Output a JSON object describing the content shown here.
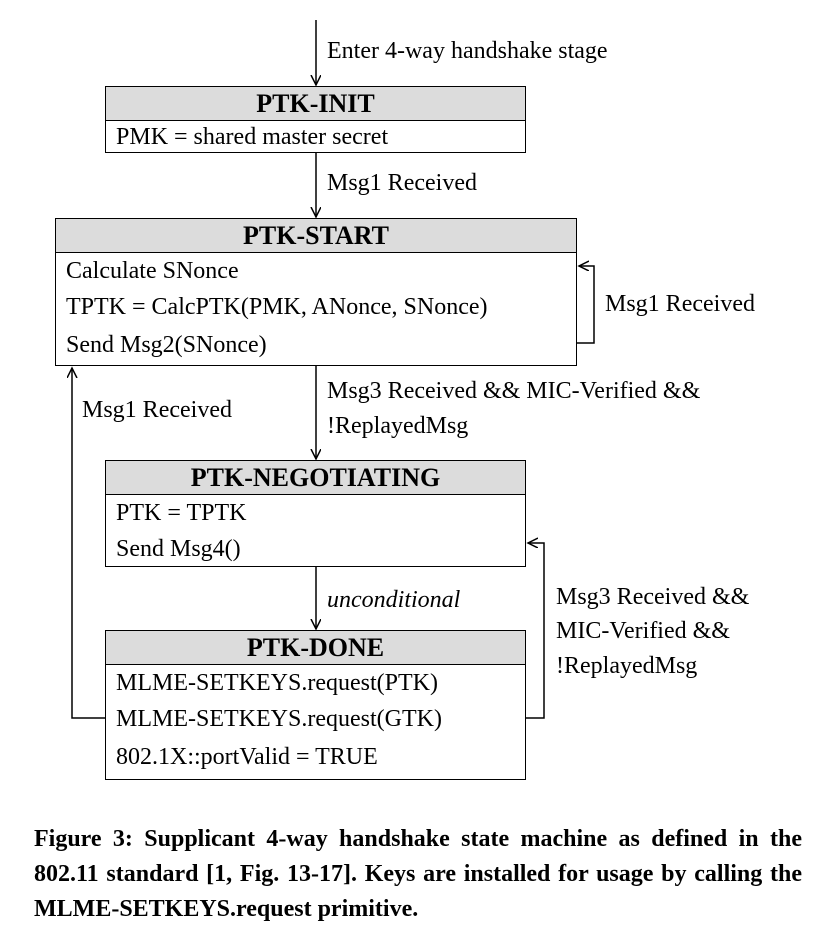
{
  "entry_label": "Enter 4-way handshake stage",
  "states": {
    "init": {
      "title": "PTK-INIT",
      "lines": [
        "PMK = shared master secret"
      ]
    },
    "start": {
      "title": "PTK-START",
      "lines": [
        "Calculate SNonce",
        "TPTK = CalcPTK(PMK, ANonce, SNonce)",
        "Send Msg2(SNonce)"
      ]
    },
    "negotiating": {
      "title": "PTK-NEGOTIATING",
      "lines": [
        "PTK = TPTK",
        "Send Msg4()"
      ]
    },
    "done": {
      "title": "PTK-DONE",
      "lines": [
        "MLME-SETKEYS.request(PTK)",
        "MLME-SETKEYS.request(GTK)",
        "802.1X::portValid = TRUE"
      ]
    }
  },
  "transitions": {
    "init_to_start": "Msg1 Received",
    "start_self": "Msg1 Received",
    "done_to_start": "Msg1 Received",
    "start_to_negotiating": [
      "Msg3 Received && MIC-Verified &&",
      "!ReplayedMsg"
    ],
    "negotiating_to_done": "unconditional",
    "done_to_negotiating": [
      "Msg3 Received &&",
      "MIC-Verified &&",
      "!ReplayedMsg"
    ]
  },
  "caption": "Figure 3: Supplicant 4-way handshake state machine as defined in the 802.11 standard [1, Fig. 13-17]. Keys are installed for usage by calling the MLME-SETKEYS.request primitive."
}
